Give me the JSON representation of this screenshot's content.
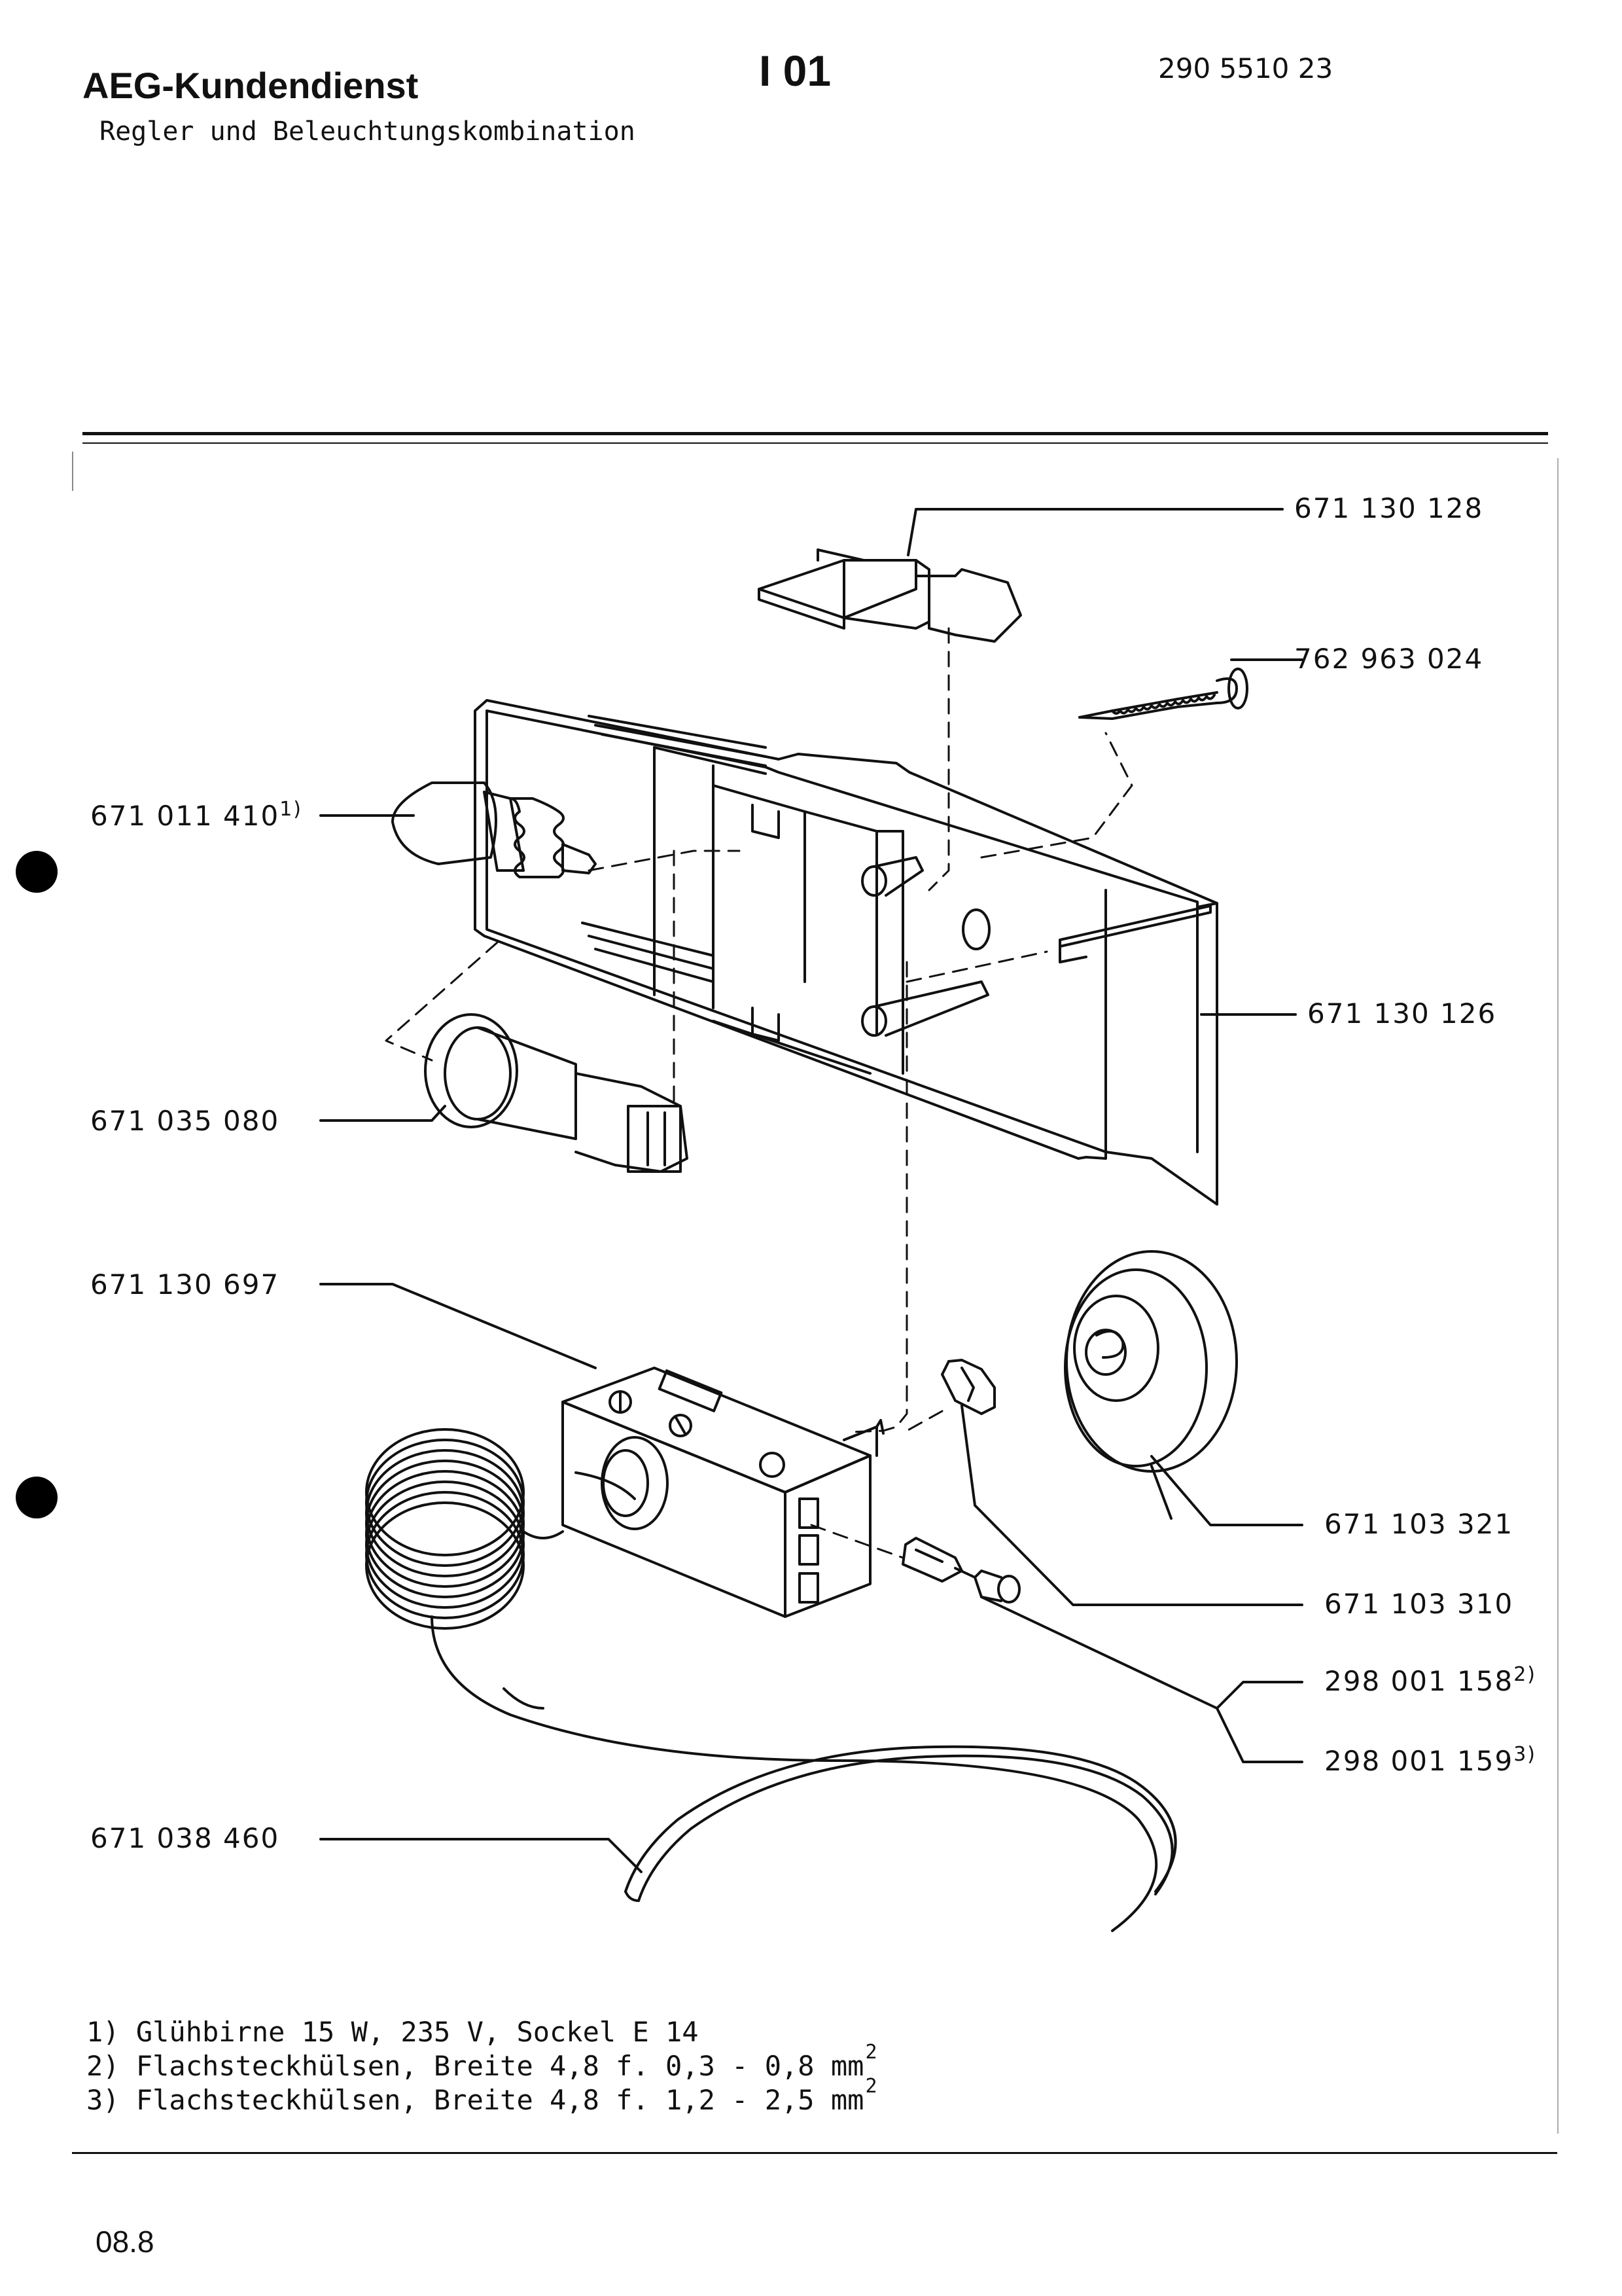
{
  "header": {
    "brand": "AEG-Kundendienst",
    "subtitle": "Regler und Beleuchtungskombination",
    "section": "I 01",
    "doc_number": "290 5510 23"
  },
  "parts": [
    {
      "id": "switch",
      "number": "671 130 128",
      "note_ref": ""
    },
    {
      "id": "screw",
      "number": "762 963 024",
      "note_ref": ""
    },
    {
      "id": "bulb",
      "number": "671 011 410",
      "note_ref": "1)"
    },
    {
      "id": "housing",
      "number": "671 130 126",
      "note_ref": ""
    },
    {
      "id": "socket",
      "number": "671 035 080",
      "note_ref": ""
    },
    {
      "id": "thermostat",
      "number": "671 130 697",
      "note_ref": ""
    },
    {
      "id": "knob",
      "number": "671 103 321",
      "note_ref": ""
    },
    {
      "id": "clip",
      "number": "671 103 310",
      "note_ref": ""
    },
    {
      "id": "connector-a",
      "number": "298 001 158",
      "note_ref": "2)"
    },
    {
      "id": "connector-b",
      "number": "298 001 159",
      "note_ref": "3)"
    },
    {
      "id": "sleeve",
      "number": "671 038 460",
      "note_ref": ""
    }
  ],
  "notes": [
    {
      "text": "1) Glühbirne 15 W, 235 V, Sockel E 14",
      "sup": ""
    },
    {
      "text": "2) Flachsteckhülsen, Breite 4,8 f. 0,3 - 0,8 mm",
      "sup": "2"
    },
    {
      "text": "3) Flachsteckhülsen, Breite 4,8 f. 1,2 - 2,5 mm",
      "sup": "2"
    }
  ],
  "footer": {
    "date_code": "08.8"
  }
}
